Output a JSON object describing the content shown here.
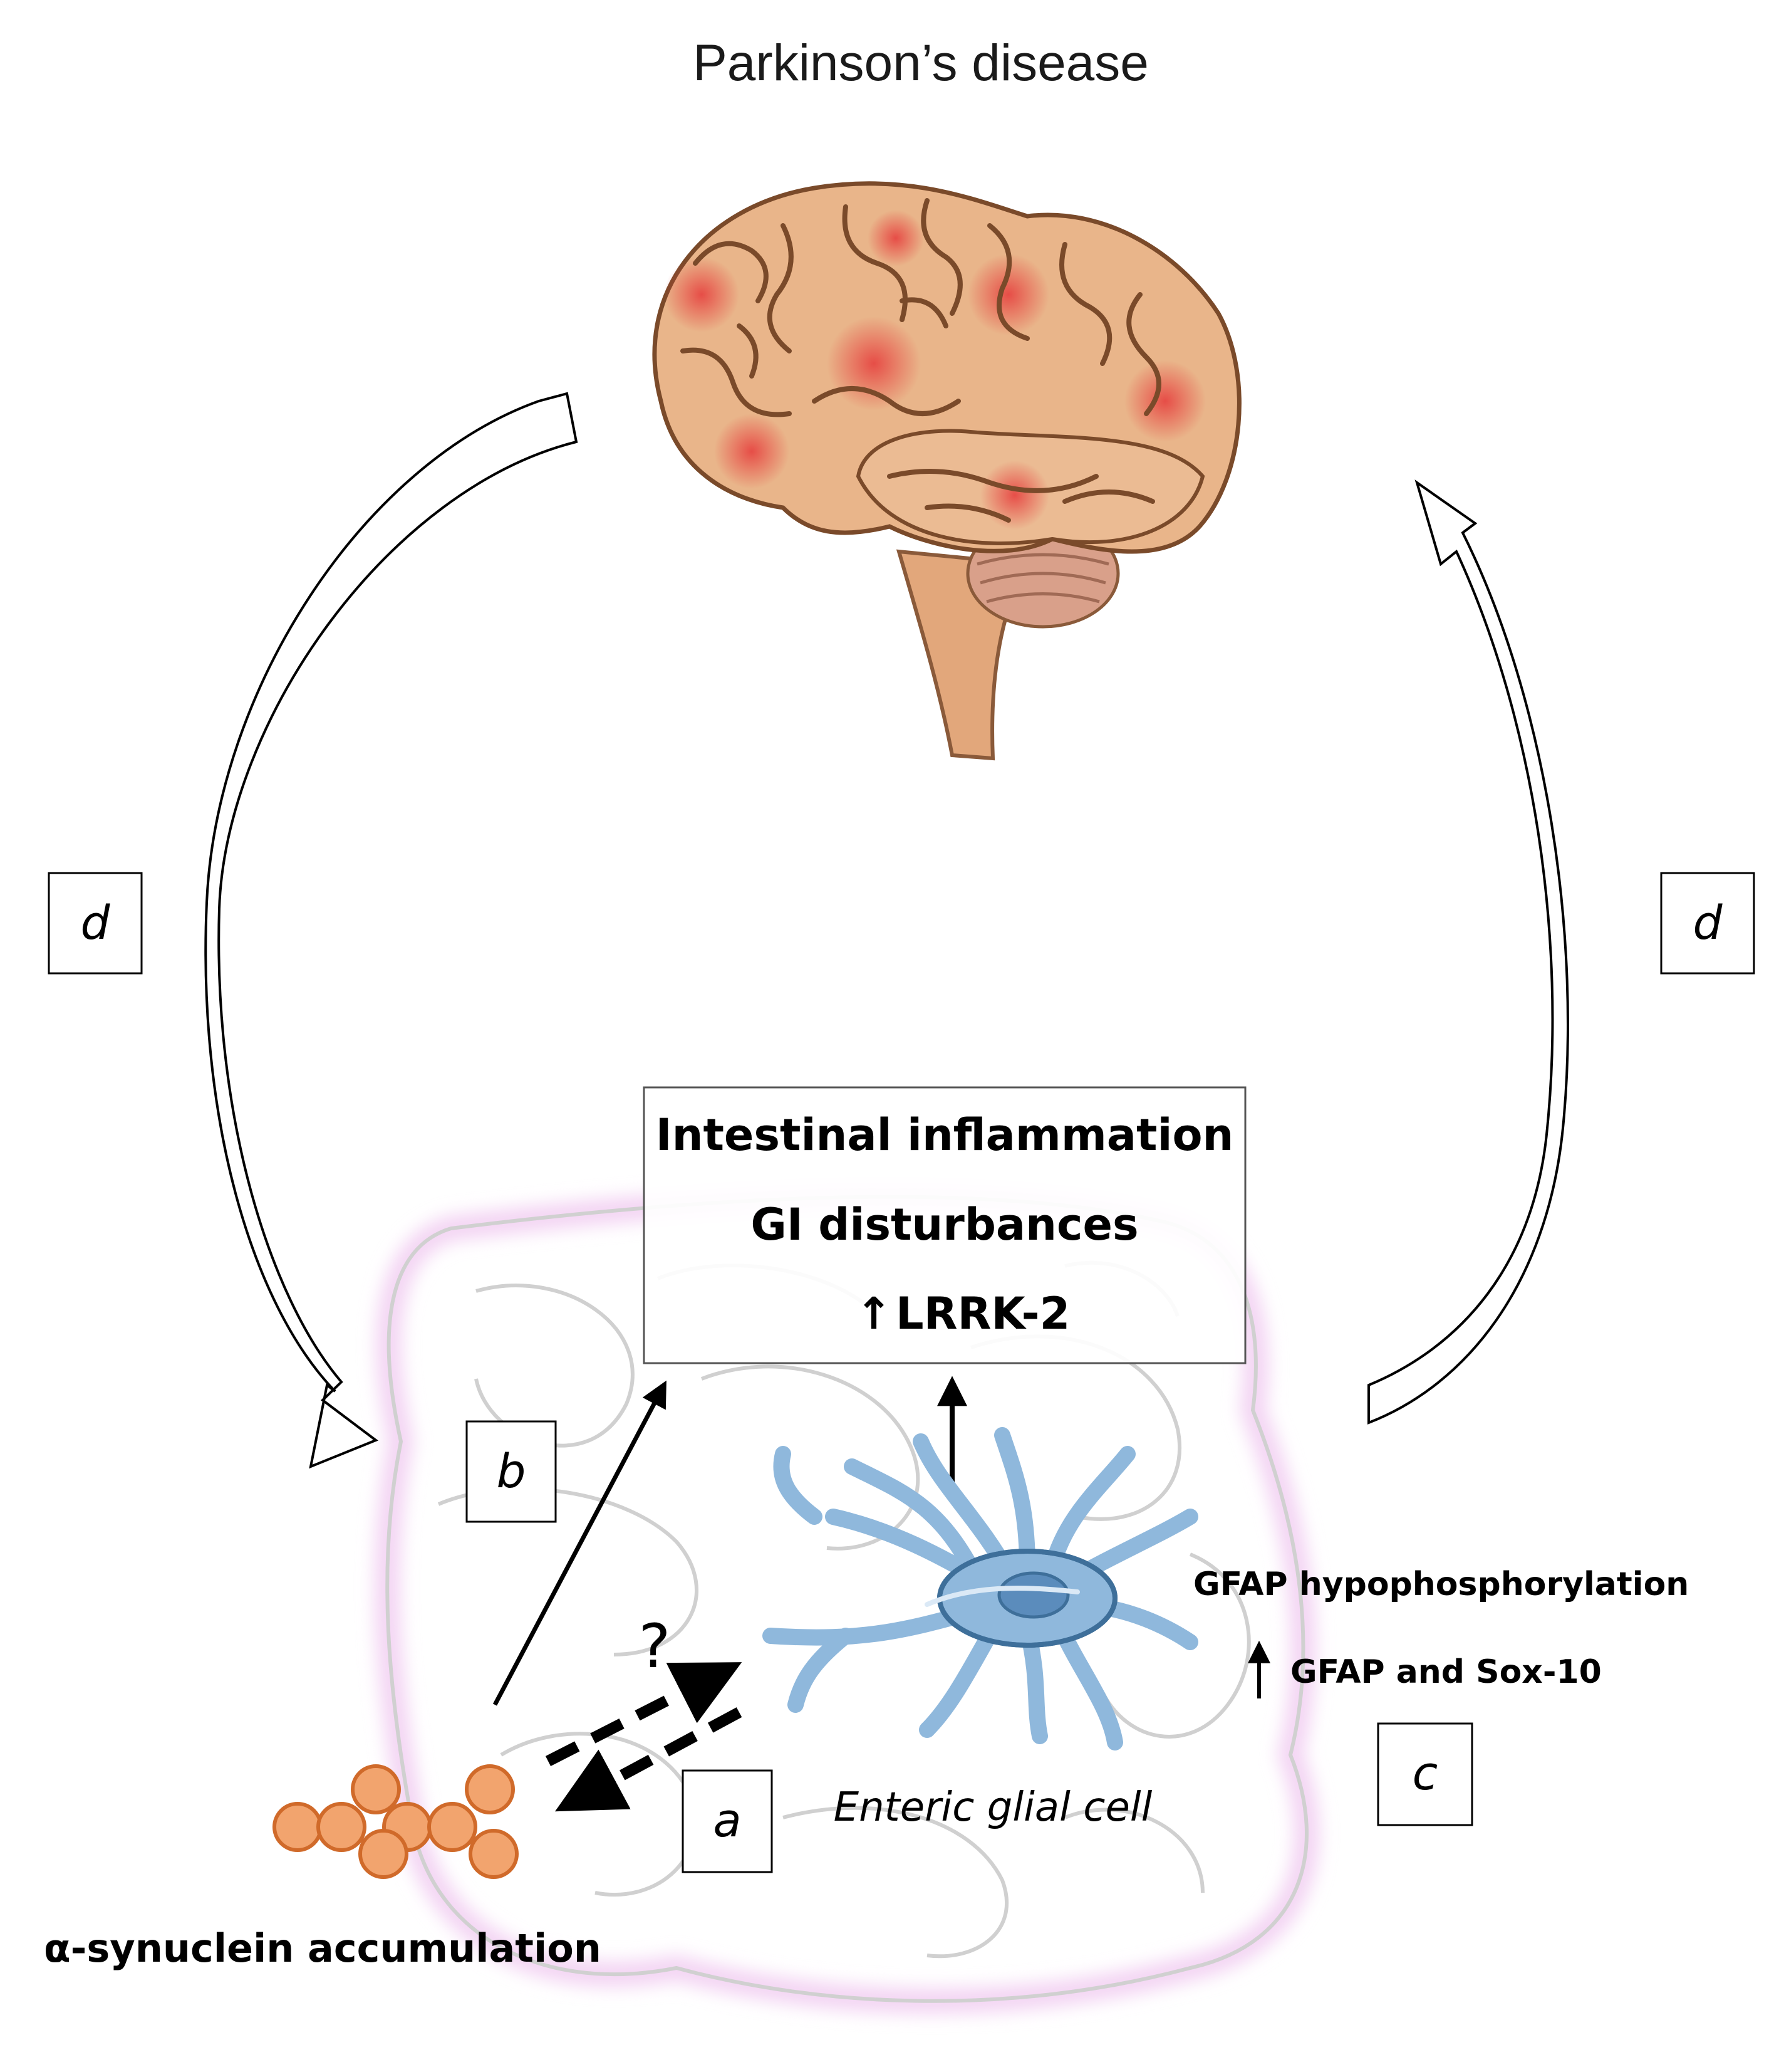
{
  "title": "Parkinson’s disease",
  "labels": {
    "d_left": "d",
    "d_right": "d",
    "a": "a",
    "b": "b",
    "c": "c"
  },
  "central_box": {
    "line1": "Intestinal inflammation",
    "line2": "GI disturbances",
    "line3_arrow": "↑",
    "line3_text": "LRRK-2"
  },
  "gfap": {
    "hypophosphorylation": "GFAP hypophosphorylation",
    "arrow": "↑",
    "sox10": "GFAP and Sox-10"
  },
  "question_mark": "?",
  "enteric_label": "Enteric glial cell",
  "asyn_label": "α-synuclein accumulation",
  "colors": {
    "brain_base": "#e9b58a",
    "brain_inflamed": "#e8504a",
    "glia": "#8fb8dc",
    "glia_outline": "#3e6f9a",
    "asyn_fill": "#f2a46e",
    "asyn_outline": "#d06a2a",
    "intestine_line": "#cfcfcf",
    "intestine_glow": "#f3d7f3"
  }
}
